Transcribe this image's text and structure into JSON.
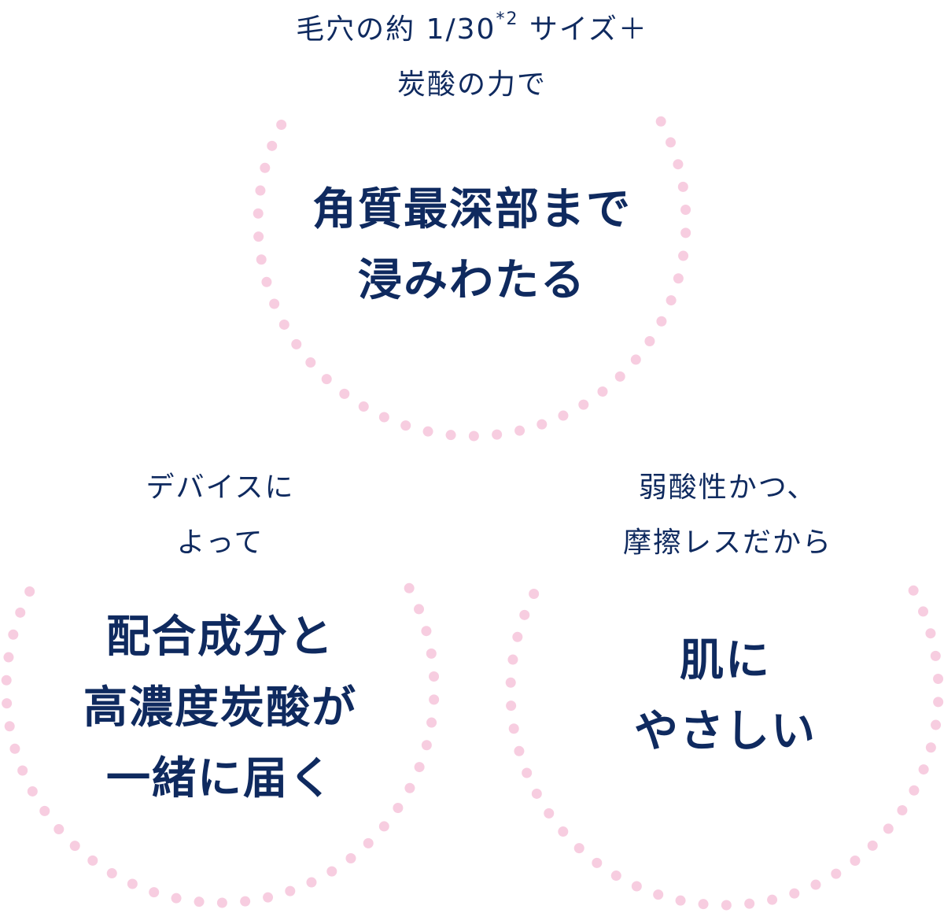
{
  "colors": {
    "text": "#0f2a5f",
    "dot": "#f7cde0"
  },
  "items": [
    {
      "sub_lines": [
        "毛穴の約 1/30",
        "炭酸の力で"
      ],
      "sub_superscript": "*2",
      "sub_suffix": " サイズ＋",
      "main_lines": [
        "角質最深部まで",
        "浸みわたる"
      ]
    },
    {
      "sub_lines": [
        "デバイスに",
        "よって"
      ],
      "main_lines": [
        "配合成分と",
        "高濃度炭酸が",
        "一緒に届く"
      ]
    },
    {
      "sub_lines": [
        "弱酸性かつ、",
        "摩擦レスだから"
      ],
      "main_lines": [
        "肌に",
        "やさしい"
      ]
    }
  ]
}
